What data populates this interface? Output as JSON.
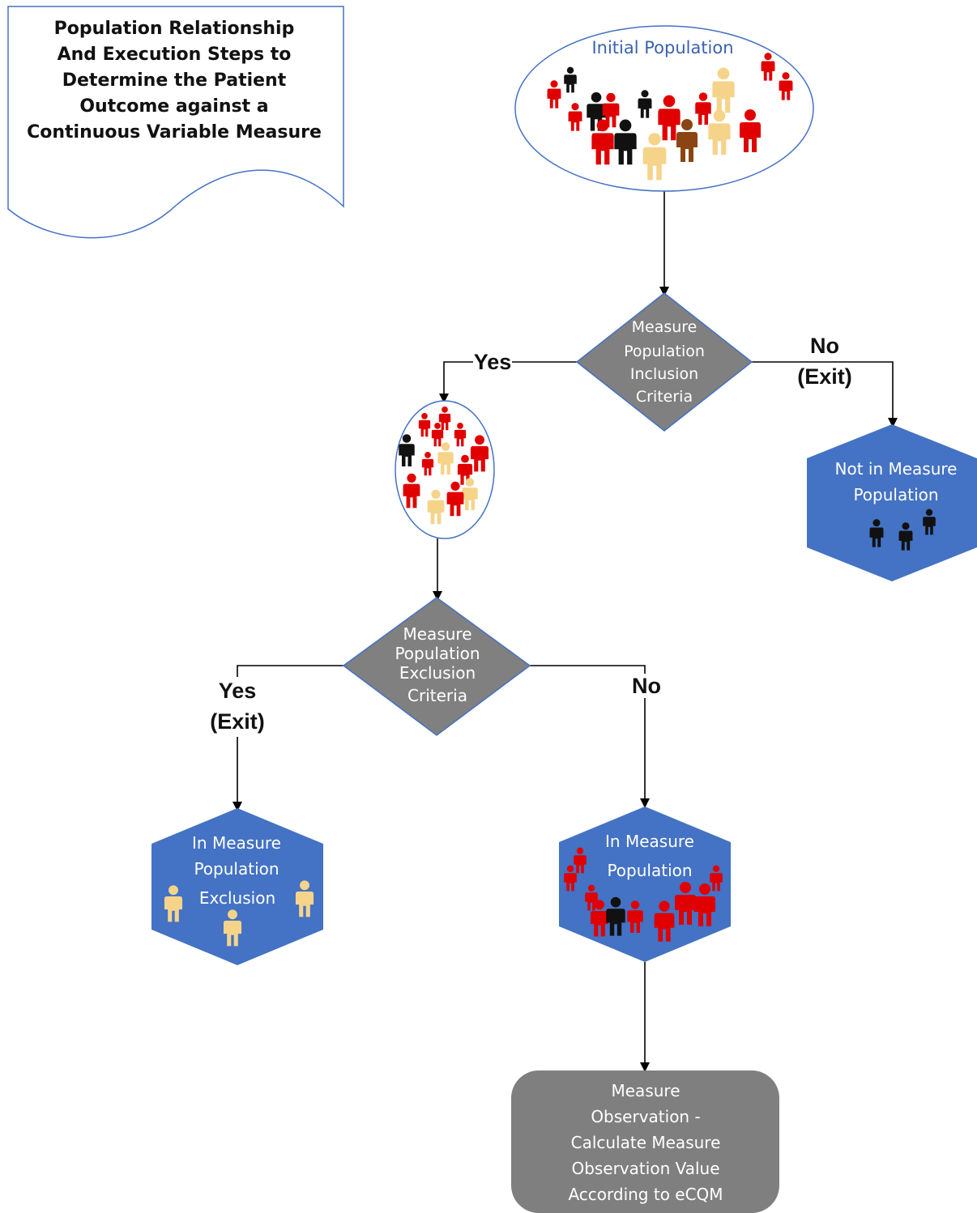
{
  "title": {
    "lines": [
      "Population Relationship",
      "And Execution Steps to",
      "Determine the Patient",
      "Outcome against a",
      "Continuous Variable Measure"
    ]
  },
  "nodes": {
    "initial_population": {
      "label": "Initial Population"
    },
    "inclusion_decision": {
      "lines": [
        "Measure",
        "Population",
        "Inclusion",
        "Criteria"
      ]
    },
    "not_in_population": {
      "lines": [
        "Not in Measure",
        "Population"
      ]
    },
    "exclusion_decision": {
      "lines": [
        "Measure",
        "Population",
        "Exclusion",
        "Criteria"
      ]
    },
    "in_population_exclusion": {
      "lines": [
        "In Measure",
        "Population",
        "Exclusion"
      ]
    },
    "in_population": {
      "lines": [
        "In Measure",
        "Population"
      ]
    },
    "observation": {
      "lines": [
        "Measure",
        "Observation -",
        "Calculate Measure",
        "Observation Value",
        "According to eCQM"
      ]
    }
  },
  "edges": {
    "inclusion_yes": "Yes",
    "inclusion_no": [
      "No",
      "(Exit)"
    ],
    "exclusion_yes": [
      "Yes",
      "(Exit)"
    ],
    "exclusion_no": "No"
  },
  "colors": {
    "hexagon": "#4472c4",
    "diamond": "#808080",
    "observation": "#7f7f7f",
    "ellipse_border": "#4472c4",
    "person_red": "#e00000",
    "person_black": "#111111",
    "person_yellow": "#f5d48a",
    "person_brown": "#8b4513"
  }
}
